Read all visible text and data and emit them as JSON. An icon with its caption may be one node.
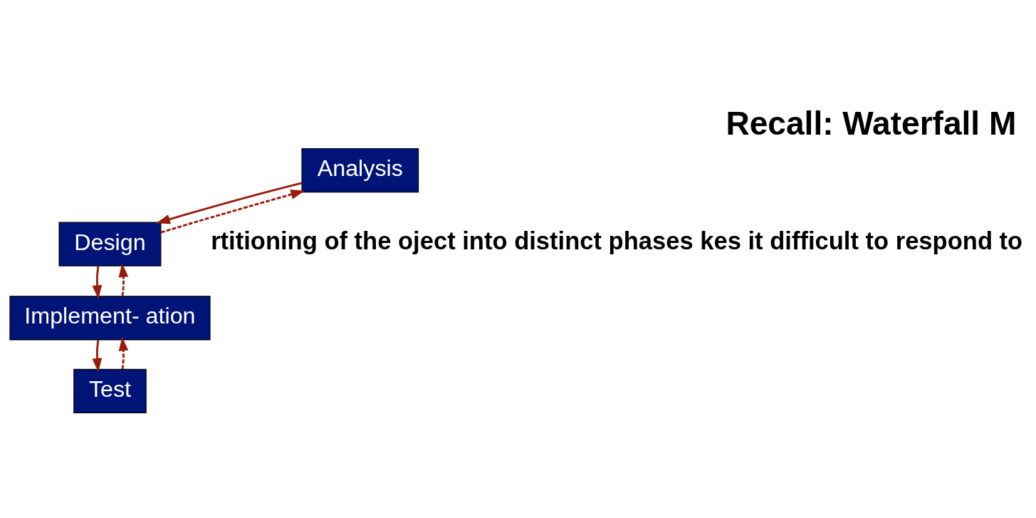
{
  "diagram": {
    "title": "Recall: Waterfall M",
    "nodes": [
      {
        "text": [
          "Analysis"
        ]
      },
      {
        "text": [
          "Design"
        ]
      },
      {
        "text": [
          "Implement- ation"
        ]
      },
      {
        "text": [
          "Test"
        ]
      }
    ],
    "edges": [
      {
        "from": 0,
        "to": 1,
        "arrow": "to"
      },
      {
        "from": 1,
        "to": 0,
        "arrow": "to",
        "style": "dashed"
      },
      {
        "from": 1,
        "to": 2,
        "arrow": "to"
      },
      {
        "from": 2,
        "to": 1,
        "arrow": "to",
        "style": "dashed"
      },
      {
        "from": 2,
        "to": 3,
        "arrow": "to"
      },
      {
        "from": 3,
        "to": 2,
        "arrow": "to",
        "style": "dashed"
      }
    ],
    "labels": [
      "rtitioning of the oject into distinct phases kes it difficult to respond to"
    ]
  }
}
